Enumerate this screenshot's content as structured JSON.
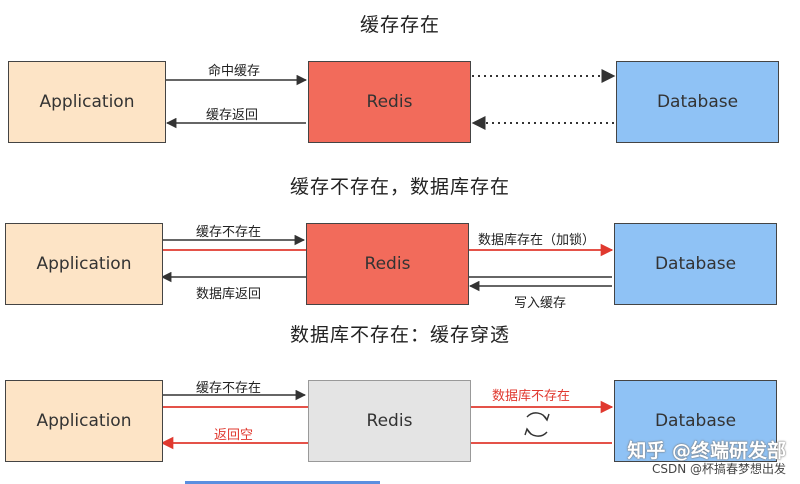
{
  "sections": [
    {
      "title": "缓存存在",
      "app_label": "Application",
      "redis_label": "Redis",
      "db_label": "Database",
      "arrow_labels": [
        "命中缓存",
        "缓存返回"
      ]
    },
    {
      "title": "缓存不存在，数据库存在",
      "app_label": "Application",
      "redis_label": "Redis",
      "db_label": "Database",
      "arrow_labels": [
        "缓存不存在",
        "数据库存在（加锁）",
        "数据库返回",
        "写入缓存"
      ]
    },
    {
      "title": "数据库不存在：缓存穿透",
      "app_label": "Application",
      "redis_label": "Redis",
      "db_label": "Database",
      "arrow_labels": [
        "缓存不存在",
        "数据库不存在",
        "返回空"
      ]
    }
  ],
  "watermark": {
    "brand": "知乎 @终端研发部",
    "source": "CSDN @杯搞春梦想出发"
  },
  "colors": {
    "app_fill": "#fde4c6",
    "redis_fill": "#f26b5b",
    "redis_gray_fill": "#e4e4e4",
    "db_fill": "#8fc2f5",
    "highlight_arrow": "#e0392f"
  },
  "icons": [
    "refresh-cycle-icon"
  ]
}
